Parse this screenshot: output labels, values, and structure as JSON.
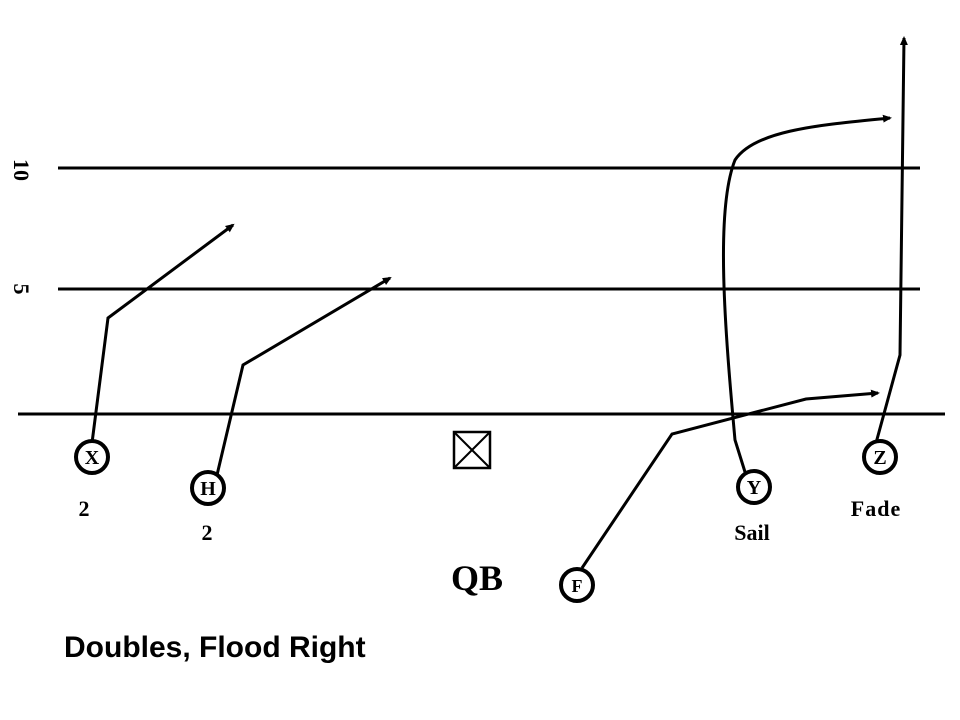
{
  "field": {
    "yard_labels": [
      "10",
      "5"
    ]
  },
  "players": {
    "x": {
      "letter": "X",
      "route": "2"
    },
    "h": {
      "letter": "H",
      "route": "2"
    },
    "y": {
      "letter": "Y",
      "route": "Sail"
    },
    "z": {
      "letter": "Z",
      "route": "Fade"
    },
    "f": {
      "letter": "F"
    }
  },
  "qb": {
    "label": "QB"
  },
  "play": {
    "title": "Doubles, Flood Right"
  },
  "colors": {
    "ink": "#000000",
    "background": "#ffffff"
  }
}
